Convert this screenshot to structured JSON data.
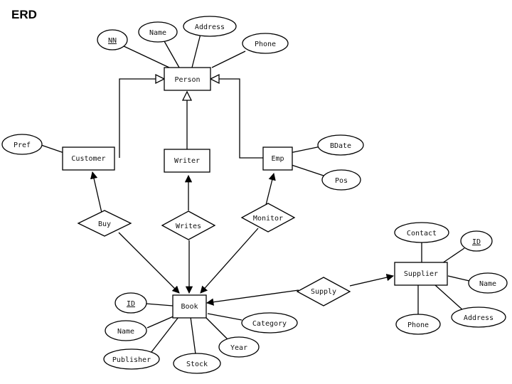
{
  "title": "ERD",
  "entities": {
    "person": "Person",
    "customer": "Customer",
    "writer": "Writer",
    "emp": "Emp",
    "book": "Book",
    "supplier": "Supplier"
  },
  "relationships": {
    "buy": "Buy",
    "writes": "Writes",
    "monitor": "Monitor",
    "supply": "Supply"
  },
  "attributes": {
    "person_nn": "NN",
    "person_name": "Name",
    "person_address": "Address",
    "person_phone": "Phone",
    "customer_pref": "Pref",
    "emp_bdate": "BDate",
    "emp_pos": "Pos",
    "book_id": "ID",
    "book_name": "Name",
    "book_publisher": "Publisher",
    "book_stock": "Stock",
    "book_year": "Year",
    "book_category": "Category",
    "supplier_contact": "Contact",
    "supplier_id": "ID",
    "supplier_name": "Name",
    "supplier_address": "Address",
    "supplier_phone": "Phone"
  }
}
